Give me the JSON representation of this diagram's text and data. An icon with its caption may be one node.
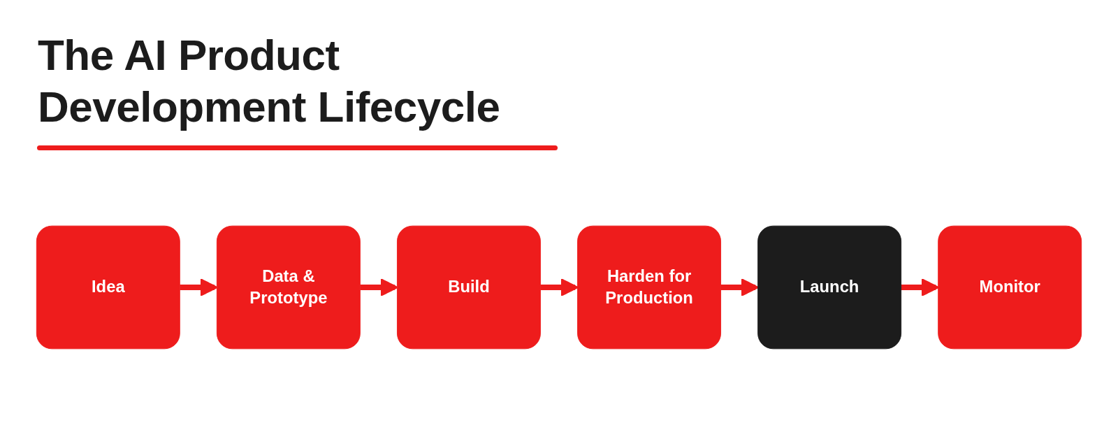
{
  "diagram": {
    "title": "The AI Product Development Lifecycle",
    "nodes": [
      {
        "text": [
          "Idea"
        ]
      },
      {
        "text": [
          "Data & Prototype"
        ]
      },
      {
        "text": [
          "Build"
        ]
      },
      {
        "text": [
          "Harden for Production"
        ]
      },
      {
        "text": [
          "Launch"
        ]
      },
      {
        "text": [
          "Monitor"
        ]
      }
    ],
    "edges": [
      {
        "from": 0,
        "to": 1,
        "arrow": "to"
      },
      {
        "from": 1,
        "to": 2,
        "arrow": "to"
      },
      {
        "from": 2,
        "to": 3,
        "arrow": "to"
      },
      {
        "from": 3,
        "to": 4,
        "arrow": "to"
      },
      {
        "from": 4,
        "to": 5,
        "arrow": "to"
      }
    ]
  }
}
